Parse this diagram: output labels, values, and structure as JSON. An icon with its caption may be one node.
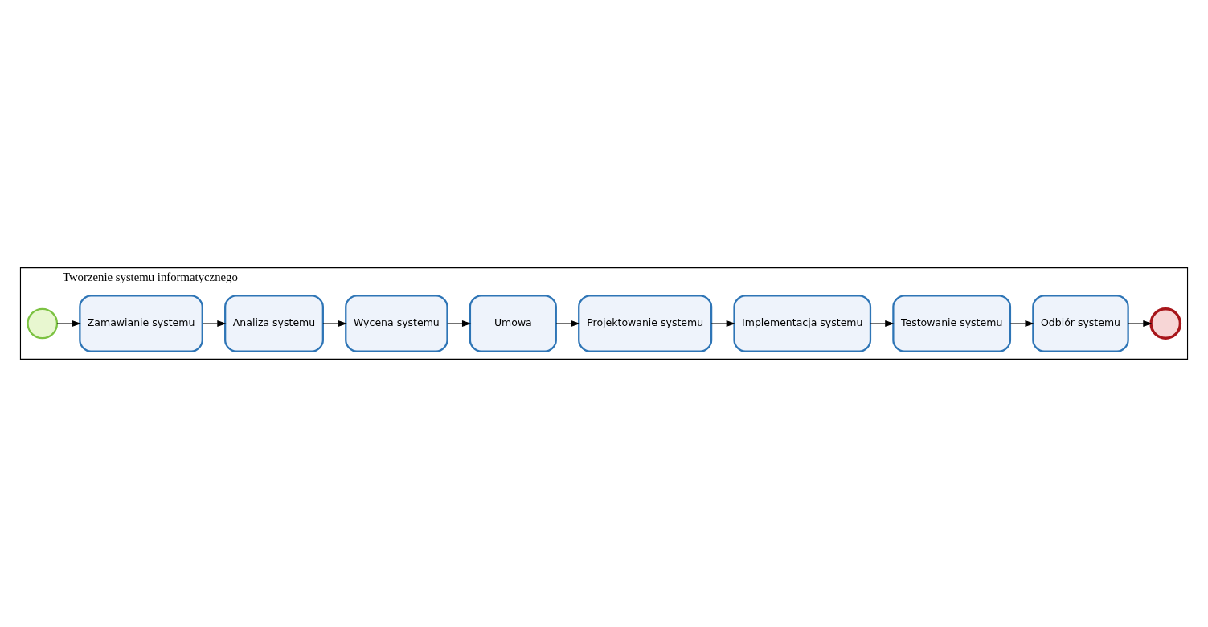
{
  "diagram": {
    "nodes": [
      {
        "text": [
          "Tworzenie systemu informatycznego"
        ]
      },
      {
        "text": [],
        "shape": "circle",
        "in": 0
      },
      {
        "text": [
          "Zamawianie systemu"
        ],
        "in": 0
      },
      {
        "text": [
          "Analiza systemu"
        ],
        "in": 0
      },
      {
        "text": [
          "Wycena systemu"
        ],
        "in": 0
      },
      {
        "text": [
          "Umowa"
        ],
        "in": 0
      },
      {
        "text": [
          "Projektowanie systemu"
        ],
        "in": 0
      },
      {
        "text": [
          "Implementacja systemu"
        ],
        "in": 0
      },
      {
        "text": [
          "Testowanie systemu"
        ],
        "in": 0
      },
      {
        "text": [
          "Odbiór systemu"
        ],
        "in": 0
      },
      {
        "text": [],
        "shape": "circle",
        "in": 0
      }
    ],
    "edges": [
      {
        "from": 1,
        "to": 2,
        "arrow": "to"
      },
      {
        "from": 2,
        "to": 3,
        "arrow": "to"
      },
      {
        "from": 3,
        "to": 4,
        "arrow": "to"
      },
      {
        "from": 4,
        "to": 5,
        "arrow": "to"
      },
      {
        "from": 5,
        "to": 6,
        "arrow": "to"
      },
      {
        "from": 6,
        "to": 7,
        "arrow": "to"
      },
      {
        "from": 7,
        "to": 8,
        "arrow": "to"
      },
      {
        "from": 8,
        "to": 9,
        "arrow": "to"
      },
      {
        "from": 9,
        "to": 10,
        "arrow": "to"
      }
    ]
  }
}
